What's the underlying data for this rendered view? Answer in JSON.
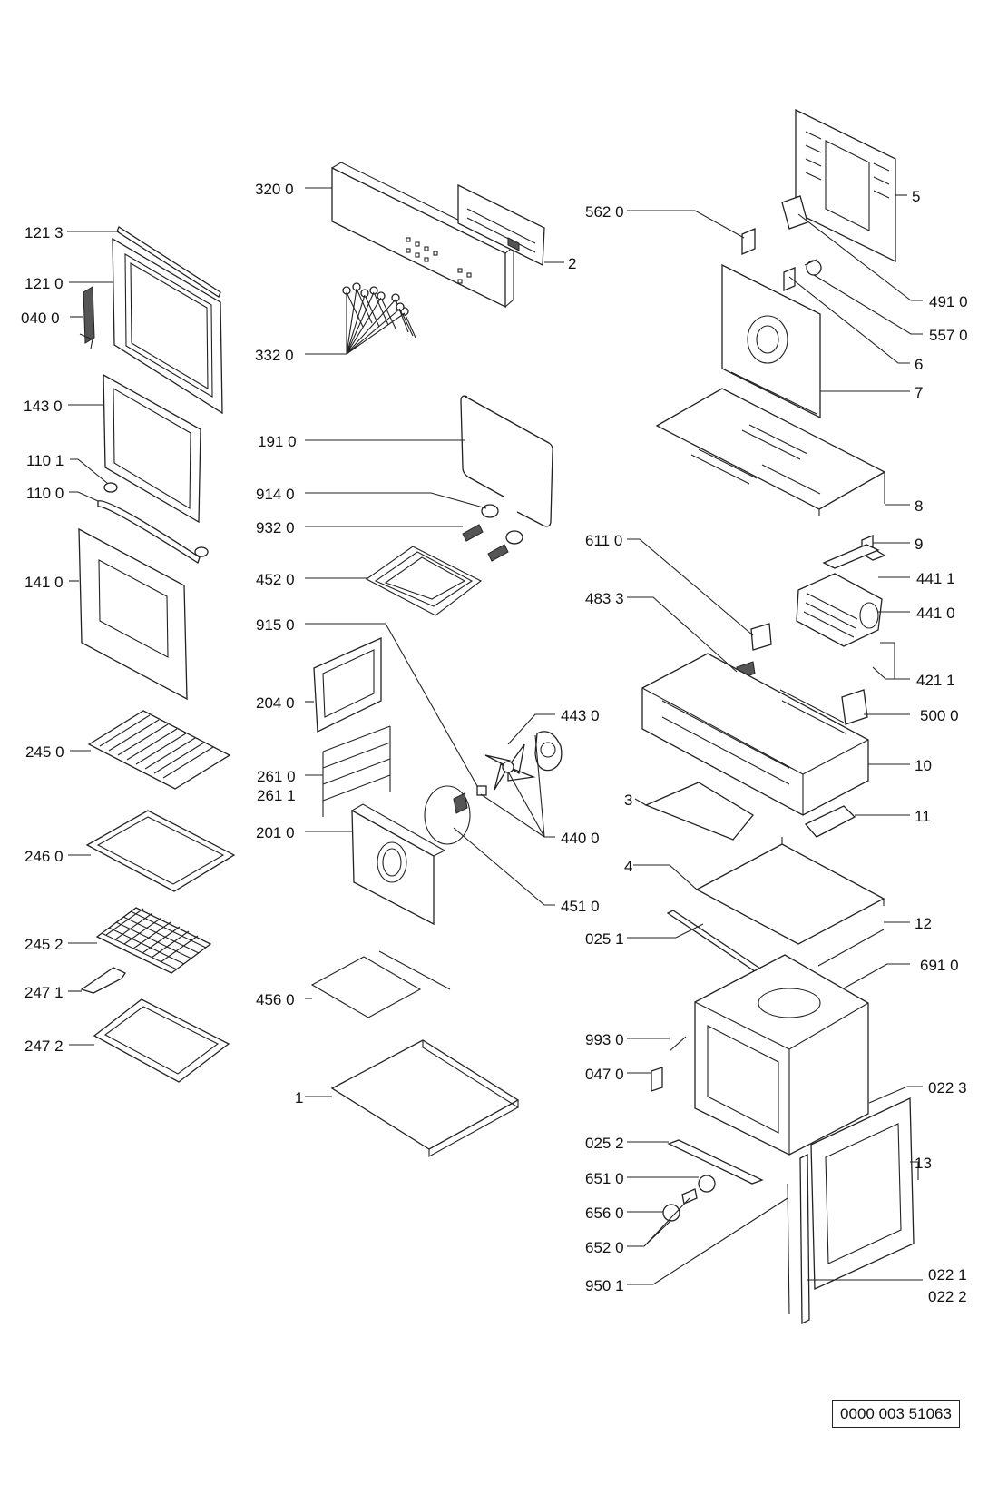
{
  "diagram": {
    "labels": {
      "l1213": "121 3",
      "l1210": "121 0",
      "l0400": "040 0",
      "l1430": "143 0",
      "l1101": "110 1",
      "l1100": "110 0",
      "l1410": "141 0",
      "l2450": "245 0",
      "l2460": "246 0",
      "l2452": "245 2",
      "l2471": "247 1",
      "l2472": "247 2",
      "l3200": "320 0",
      "l2": "2",
      "l3320": "332 0",
      "l1910": "191 0",
      "l9140": "914 0",
      "l9320": "932 0",
      "l4520": "452 0",
      "l9150": "915 0",
      "l2040": "204 0",
      "l2610": "261 0",
      "l2611": "261 1",
      "l2010": "201 0",
      "l4430": "443 0",
      "l4400": "440 0",
      "l4510": "451 0",
      "l4560": "456 0",
      "l1": "1",
      "l5620": "562 0",
      "l5": "5",
      "l4910": "491 0",
      "l5570": "557 0",
      "l6": "6",
      "l7": "7",
      "l8": "8",
      "l6110": "611 0",
      "l9": "9",
      "l4411": "441 1",
      "l4410": "441 0",
      "l4833": "483 3",
      "l4211": "421 1",
      "l5000": "500 0",
      "l10": "10",
      "l3": "3",
      "l11": "11",
      "l4": "4",
      "l12": "12",
      "l0251": "025 1",
      "l6910": "691 0",
      "l9930": "993 0",
      "l0470": "047 0",
      "l0223": "022 3",
      "l0252": "025 2",
      "l13": "13",
      "l6510": "651 0",
      "l6560": "656 0",
      "l6520": "652 0",
      "l9501": "950 1",
      "l0221": "022 1",
      "l0222": "022 2"
    },
    "document_number": "0000 003 51063"
  }
}
